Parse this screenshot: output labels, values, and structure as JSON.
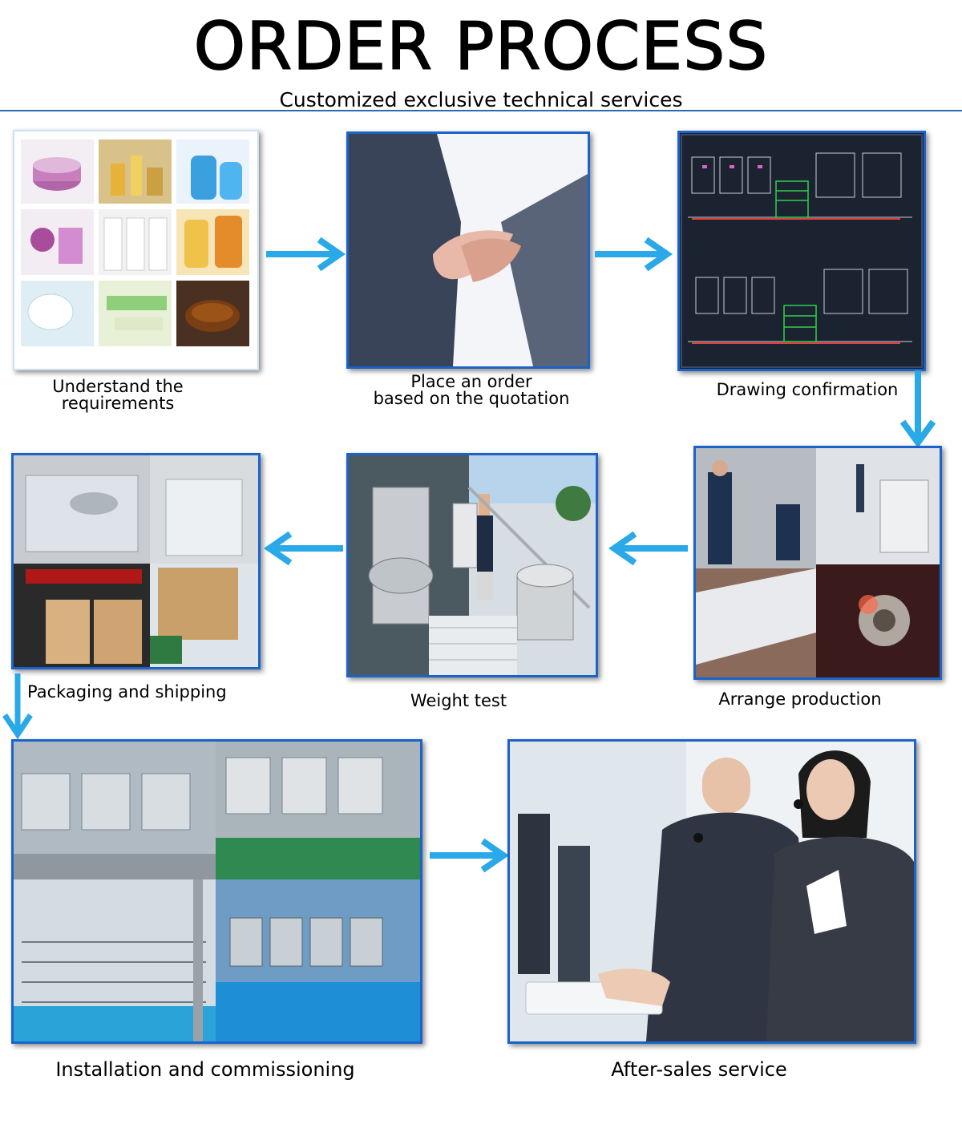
{
  "header": {
    "title": "ORDER PROCESS",
    "subtitle": "Customized exclusive technical services"
  },
  "steps": [
    {
      "label_line1": "Understand the",
      "label_line2": "requirements"
    },
    {
      "label_line1": "Place an order",
      "label_line2": "based on the quotation"
    },
    {
      "label": "Drawing confirmation"
    },
    {
      "label": "Arrange production"
    },
    {
      "label": "Weight test"
    },
    {
      "label": "Packaging and shipping"
    },
    {
      "label": "Installation and commissioning"
    },
    {
      "label": "After-sales service"
    }
  ],
  "colors": {
    "frame": "#1b63c9",
    "arrow": "#29a9e8",
    "rule": "#2a6ab0"
  }
}
